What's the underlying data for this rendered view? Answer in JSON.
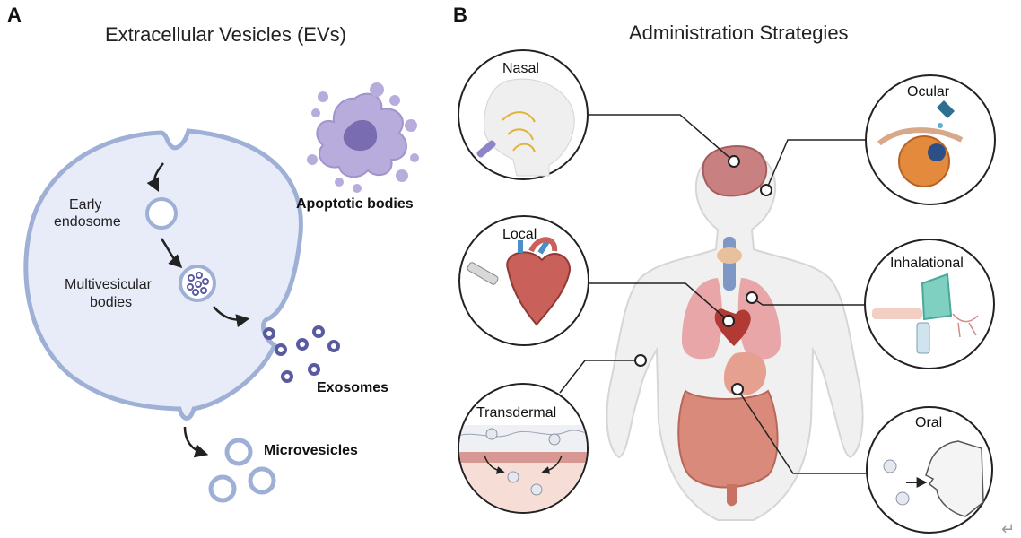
{
  "panel_a": {
    "letter": "A",
    "title": "Extracellular Vesicles (EVs)",
    "labels": {
      "early_endosome_line1": "Early",
      "early_endosome_line2": "endosome",
      "mvb_line1": "Multivesicular",
      "mvb_line2": "bodies",
      "apoptotic": "Apoptotic bodies",
      "exosomes": "Exosomes",
      "microvesicles": "Microvesicles"
    }
  },
  "panel_b": {
    "letter": "B",
    "title": "Administration Strategies",
    "routes": {
      "nasal": "Nasal",
      "ocular": "Ocular",
      "local": "Local",
      "inhalational": "Inhalational",
      "transdermal": "Transdermal",
      "oral": "Oral"
    }
  },
  "colors": {
    "cell_fill": "#e8ecf8",
    "cell_stroke": "#9fb0d6",
    "vesicle_dark": "#5a5aa0",
    "apoptotic": "#b8acdc",
    "organ_red": "#c9605a",
    "lung_pink": "#e8a6a8",
    "connector": "#222222"
  },
  "misc": {
    "return_glyph": "↵"
  }
}
